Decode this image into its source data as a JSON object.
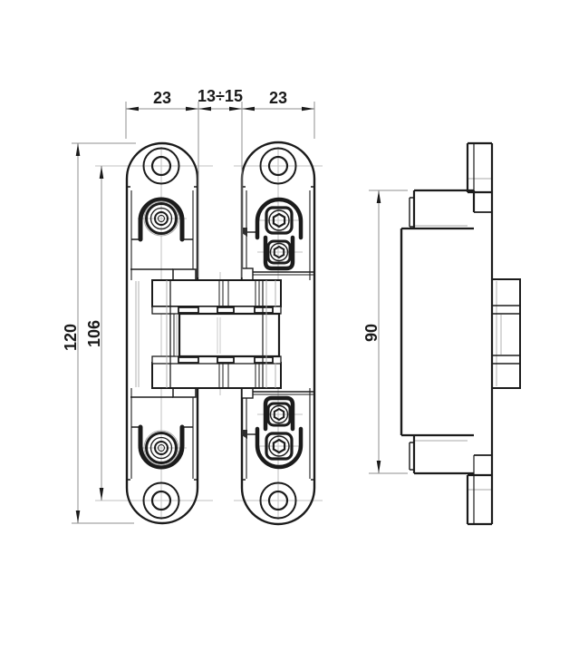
{
  "drawing": {
    "background": "#ffffff",
    "line_color": "#1b1b1b",
    "centerline_color": "#c2c2c2",
    "lightline_color": "#a8a8a8",
    "dimension_line_color": "#8f8f8f",
    "text_color": "#1a1a1a"
  },
  "dimensions": {
    "top": [
      {
        "id": "left-plate-width",
        "value": "23"
      },
      {
        "id": "center-gap",
        "value": "13÷15"
      },
      {
        "id": "right-plate-width",
        "value": "23"
      }
    ],
    "left": [
      {
        "id": "overall-height",
        "value": "120"
      },
      {
        "id": "hole-spacing",
        "value": "106"
      }
    ],
    "side": [
      {
        "id": "body-height",
        "value": "90"
      }
    ]
  }
}
